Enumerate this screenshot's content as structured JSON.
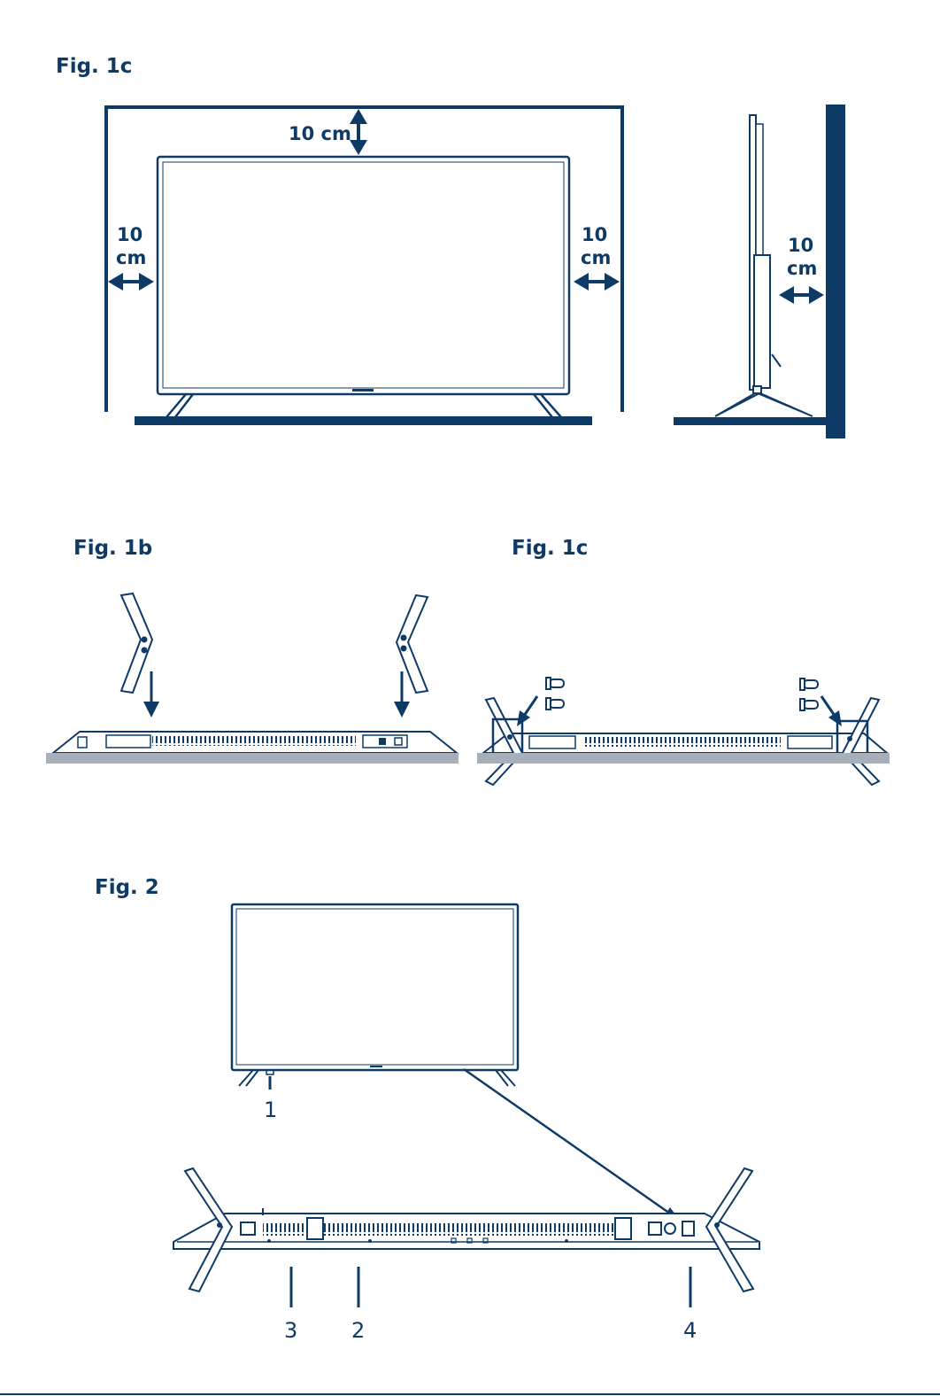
{
  "figures": {
    "fig_top": {
      "title": "Fig. 1c"
    },
    "fig_1b": {
      "title": "Fig. 1b"
    },
    "fig_1c_bottom": {
      "title": "Fig. 1c"
    },
    "fig_2": {
      "title": "Fig. 2"
    }
  },
  "clearance": {
    "top": "10 cm",
    "left_value": "10",
    "left_unit": "cm",
    "right_value": "10",
    "right_unit": "cm",
    "side_value": "10",
    "side_unit": "cm"
  },
  "callouts": {
    "c1": "1",
    "c2": "2",
    "c3": "3",
    "c4": "4"
  },
  "colors": {
    "ink": "#0e3a66",
    "surface": "#a7b0ba"
  }
}
